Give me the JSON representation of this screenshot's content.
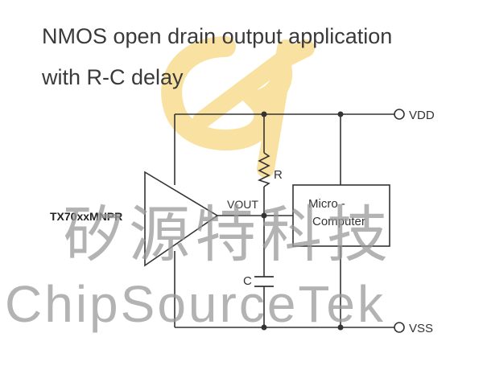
{
  "title": {
    "line1": "NMOS open drain output application",
    "line2": "with R-C delay"
  },
  "labels": {
    "vdd": "VDD",
    "vss": "VSS",
    "resistor": "R",
    "capacitor": "C",
    "vout": "VOUT",
    "chip": "TX70xxMNPR",
    "mcu_line1": "Micro -",
    "mcu_line2": "Computer"
  },
  "watermark": {
    "chinese": "矽源特科技",
    "english": "ChipSourceTek",
    "logo": "ST"
  },
  "colors": {
    "wire": "#333333",
    "logo": "#f5cc55",
    "watermark": "#9a9a9a"
  }
}
